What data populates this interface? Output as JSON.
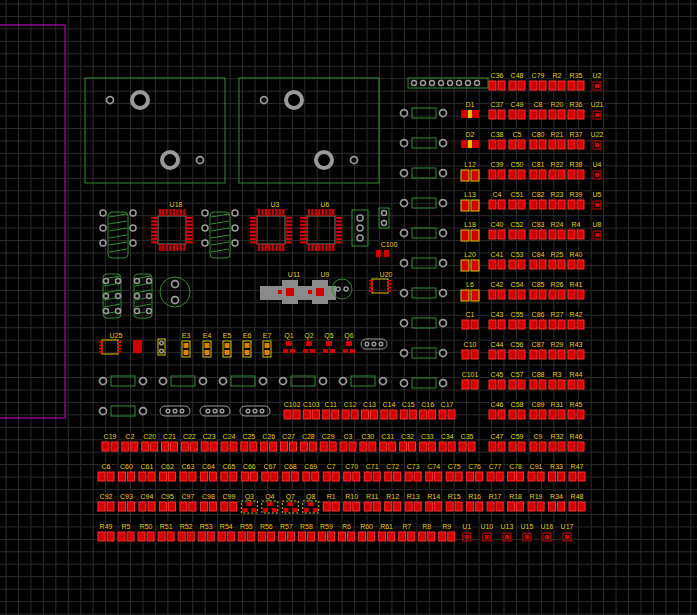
{
  "diagram": {
    "labels": [
      "C36",
      "C48",
      "C79",
      "R2",
      "R35",
      "U2",
      "D1",
      "C37",
      "C49",
      "C8",
      "R20",
      "R36",
      "U21",
      "D2",
      "C38",
      "C5",
      "C80",
      "R21",
      "R37",
      "U22",
      "L12",
      "C39",
      "C50",
      "C81",
      "R22",
      "R38",
      "U4",
      "L13",
      "C4",
      "C51",
      "C82",
      "R23",
      "R39",
      "U5",
      "L18",
      "C40",
      "C52",
      "C83",
      "R24",
      "R4",
      "U8",
      "L20",
      "C41",
      "C53",
      "C84",
      "R25",
      "R40",
      "L6",
      "C42",
      "C54",
      "C85",
      "R26",
      "R41",
      "C1",
      "C43",
      "C55",
      "C86",
      "R27",
      "R42",
      "C10",
      "C44",
      "C56",
      "C87",
      "R29",
      "R43",
      "C101",
      "C45",
      "C57",
      "C88",
      "R3",
      "R44",
      "U18",
      "U3",
      "U6",
      "C100",
      "U11",
      "U9",
      "U20",
      "U25",
      "E3",
      "E4",
      "E5",
      "E6",
      "E7",
      "Q1",
      "Q2",
      "Q5",
      "Q6",
      "C102",
      "C103",
      "C11",
      "C12",
      "C13",
      "C14",
      "C15",
      "C16",
      "C17",
      "C46",
      "C58",
      "C89",
      "R31",
      "R45",
      "C19",
      "C2",
      "C20",
      "C21",
      "C22",
      "C23",
      "C24",
      "C25",
      "C26",
      "C27",
      "C28",
      "C29",
      "C3",
      "C30",
      "C31",
      "C32",
      "C33",
      "C34",
      "C35",
      "C47",
      "C59",
      "C9",
      "R32",
      "R46",
      "C6",
      "C60",
      "C61",
      "C62",
      "C63",
      "C64",
      "C65",
      "C66",
      "C67",
      "C68",
      "C69",
      "C7",
      "C70",
      "C71",
      "C72",
      "C73",
      "C74",
      "C75",
      "C76",
      "C77",
      "C78",
      "C91",
      "R33",
      "R47",
      "C92",
      "C93",
      "C94",
      "C95",
      "C97",
      "C98",
      "C99",
      "Q3",
      "Q4",
      "Q7",
      "Q8",
      "R1",
      "R10",
      "R11",
      "R12",
      "R13",
      "R14",
      "R15",
      "R16",
      "R17",
      "R18",
      "R19",
      "R34",
      "R48",
      "R49",
      "R5",
      "R50",
      "R51",
      "R52",
      "R53",
      "R54",
      "R55",
      "R56",
      "R57",
      "R58",
      "R59",
      "R6",
      "R60",
      "R61",
      "R7",
      "R8",
      "R9",
      "U1",
      "U10",
      "U13",
      "U15",
      "U16",
      "U17"
    ]
  }
}
